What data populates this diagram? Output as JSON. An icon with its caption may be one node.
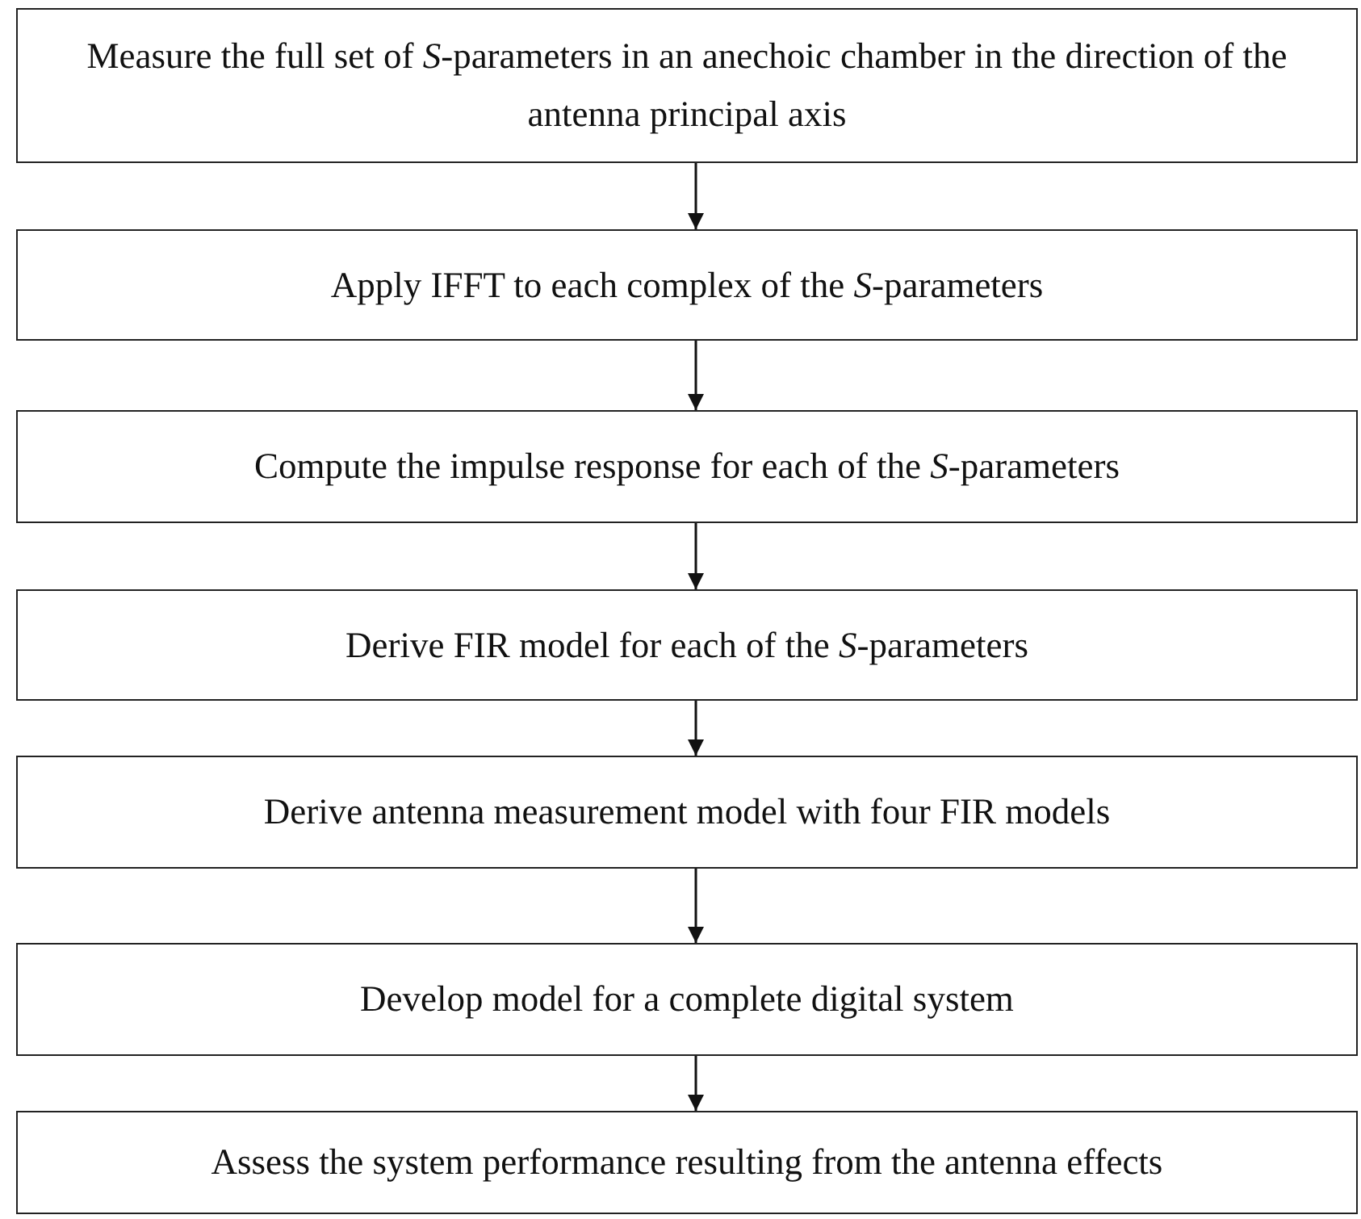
{
  "diagram": {
    "nodes": [
      {
        "text": [
          "Measure the full set of *S*-parameters in an anechoic chamber in the direction of the antenna principal axis"
        ]
      },
      {
        "text": [
          "Apply IFFT to each complex of the *S*-parameters"
        ]
      },
      {
        "text": [
          "Compute the impulse response for each of the *S*-parameters"
        ]
      },
      {
        "text": [
          "Derive FIR model for each of the *S*-parameters"
        ]
      },
      {
        "text": [
          "Derive antenna measurement model with four FIR models"
        ]
      },
      {
        "text": [
          "Develop model for a complete digital system"
        ]
      },
      {
        "text": [
          "Assess the system performance resulting from the antenna effects"
        ]
      }
    ],
    "edges": [
      {
        "from": 0,
        "to": 1,
        "arrow": "to"
      },
      {
        "from": 1,
        "to": 2,
        "arrow": "to"
      },
      {
        "from": 2,
        "to": 3,
        "arrow": "to"
      },
      {
        "from": 3,
        "to": 4,
        "arrow": "to"
      },
      {
        "from": 4,
        "to": 5,
        "arrow": "to"
      },
      {
        "from": 5,
        "to": 6,
        "arrow": "to"
      }
    ]
  }
}
